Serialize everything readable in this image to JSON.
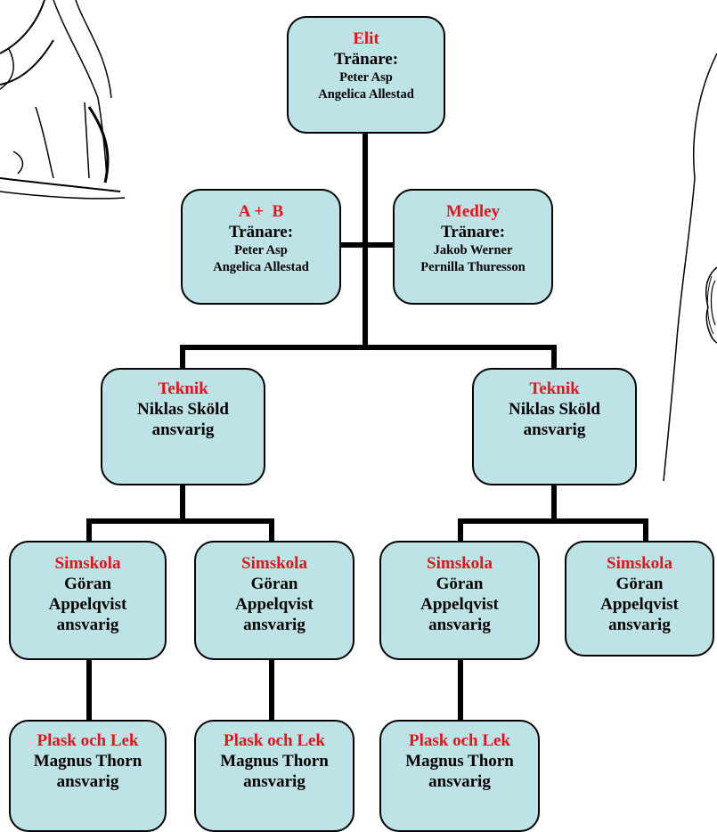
{
  "colors": {
    "node_fill": "#bde3e6",
    "title": "#e8121b",
    "text": "#000000",
    "line": "#000000"
  },
  "icons": {
    "left": "cartoon-character-sketch-icon",
    "right": "cartoon-character-sketch-icon"
  },
  "nodes": [
    {
      "id": "elit",
      "title": "Elit",
      "lines": [
        "Tränare:"
      ],
      "sub": [
        "Peter Asp",
        "Angelica Allestad"
      ]
    },
    {
      "id": "ab",
      "title": "A +  B",
      "lines": [
        "Tränare:"
      ],
      "sub": [
        "Peter Asp",
        "Angelica Allestad"
      ]
    },
    {
      "id": "medley",
      "title": "Medley",
      "lines": [
        "Tränare:"
      ],
      "sub": [
        "Jakob Werner",
        "Pernilla Thuresson"
      ]
    },
    {
      "id": "teknik1",
      "title": "Teknik",
      "lines": [
        "Niklas Sköld",
        "ansvarig"
      ],
      "sub": []
    },
    {
      "id": "teknik2",
      "title": "Teknik",
      "lines": [
        "Niklas Sköld",
        "ansvarig"
      ],
      "sub": []
    },
    {
      "id": "simskola1",
      "title": "Simskola",
      "lines": [
        "Göran",
        "Appelqvist",
        "ansvarig"
      ],
      "sub": []
    },
    {
      "id": "simskola2",
      "title": "Simskola",
      "lines": [
        "Göran",
        "Appelqvist",
        "ansvarig"
      ],
      "sub": []
    },
    {
      "id": "simskola3",
      "title": "Simskola",
      "lines": [
        "Göran",
        "Appelqvist",
        "ansvarig"
      ],
      "sub": []
    },
    {
      "id": "simskola4",
      "title": "Simskola",
      "lines": [
        "Göran",
        "Appelqvist",
        "ansvarig"
      ],
      "sub": []
    },
    {
      "id": "plask1",
      "title": "Plask och Lek",
      "lines": [
        "Magnus Thorn",
        "ansvarig"
      ],
      "sub": []
    },
    {
      "id": "plask2",
      "title": "Plask och Lek",
      "lines": [
        "Magnus Thorn",
        "ansvarig"
      ],
      "sub": []
    },
    {
      "id": "plask3",
      "title": "Plask och Lek",
      "lines": [
        "Magnus Thorn",
        "ansvarig"
      ],
      "sub": []
    }
  ]
}
